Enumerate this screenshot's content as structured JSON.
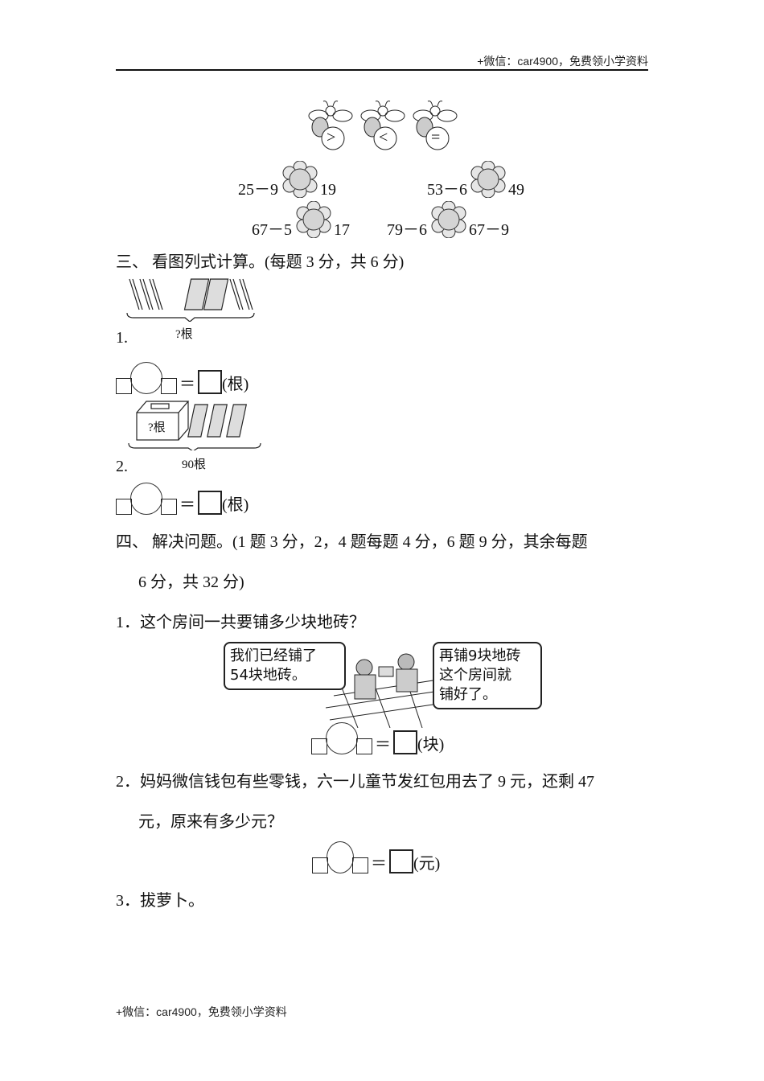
{
  "header": {
    "watermark": "+微信：car4900，免费领小学资料"
  },
  "footer": {
    "watermark": "+微信：car4900，免费领小学资料"
  },
  "bees": {
    "symbols": [
      ">",
      "<",
      "="
    ]
  },
  "compare": {
    "rows": [
      {
        "left": "25－9",
        "right": "19"
      },
      {
        "left": "53－6",
        "right": "49"
      },
      {
        "left": "67－5",
        "right": "17"
      },
      {
        "left": "79－6",
        "right": "67－9"
      }
    ]
  },
  "section3": {
    "title": "三、 看图列式计算。(每题 3 分，共 6 分)",
    "q1": {
      "number": "1.",
      "brace_label": "?根",
      "unit": "(根)",
      "equals": "＝"
    },
    "q2": {
      "number": "2.",
      "box_label": "?根",
      "brace_label": "90根",
      "unit": "(根)",
      "equals": "＝"
    }
  },
  "section4": {
    "title_line1": "四、 解决问题。(1 题 3 分，2，4 题每题 4 分，6 题 9 分，其余每题",
    "title_line2": "6 分，共 32 分)",
    "q1": {
      "text": "1．这个房间一共要铺多少块地砖？",
      "bubble_left": [
        "我们已经铺了",
        "54块地砖。"
      ],
      "bubble_right": [
        "再铺9块地砖",
        "这个房间就",
        "铺好了。"
      ],
      "unit": "(块)",
      "equals": "＝"
    },
    "q2": {
      "line1": "2．妈妈微信钱包有些零钱，六一儿童节发红包用去了 9 元，还剩 47",
      "line2": "元，原来有多少元？",
      "unit": "(元)",
      "equals": "＝"
    },
    "q3": {
      "text": "3．拔萝卜。"
    }
  }
}
